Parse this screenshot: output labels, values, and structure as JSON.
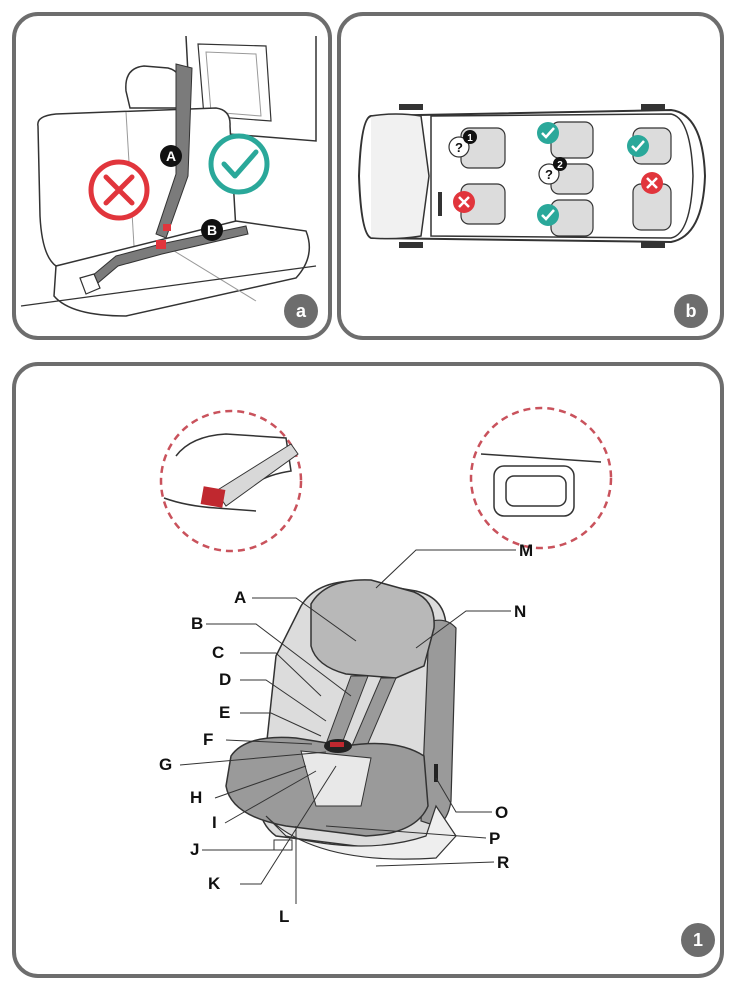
{
  "panels": {
    "a": {
      "badge": "a",
      "markers": [
        "A",
        "B"
      ]
    },
    "b": {
      "badge": "b",
      "seat_numbers": [
        "1",
        "2"
      ],
      "unknown_mark": "?"
    },
    "main": {
      "badge": "1"
    }
  },
  "part_labels": [
    "A",
    "B",
    "C",
    "D",
    "E",
    "F",
    "G",
    "H",
    "I",
    "J",
    "K",
    "L",
    "M",
    "N",
    "O",
    "P",
    "R"
  ],
  "colors": {
    "panel_border": "#6d6d6d",
    "ok_green": "#2aa89a",
    "bad_red": "#e1353c",
    "callout_dash": "#c9525c",
    "seat_grey": "#9a9a9a"
  },
  "icons": [
    "check-icon",
    "cross-icon",
    "question-icon"
  ]
}
